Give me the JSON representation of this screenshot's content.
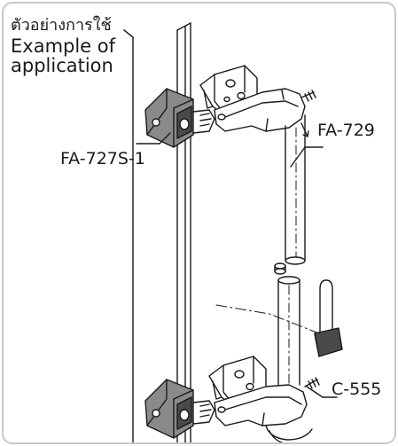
{
  "caption": {
    "thai": "ตัวอย่างการใช้",
    "line1": "Example of",
    "line2": "application"
  },
  "parts": {
    "latch": "FA-727S-1",
    "bar": "FA-729",
    "padlock": "C-555"
  },
  "colors": {
    "line": "#1a1a1a",
    "body_gray": "#8a8a8a",
    "body_dark": "#4a4a4a",
    "frame_border": "#c8c8c8"
  }
}
